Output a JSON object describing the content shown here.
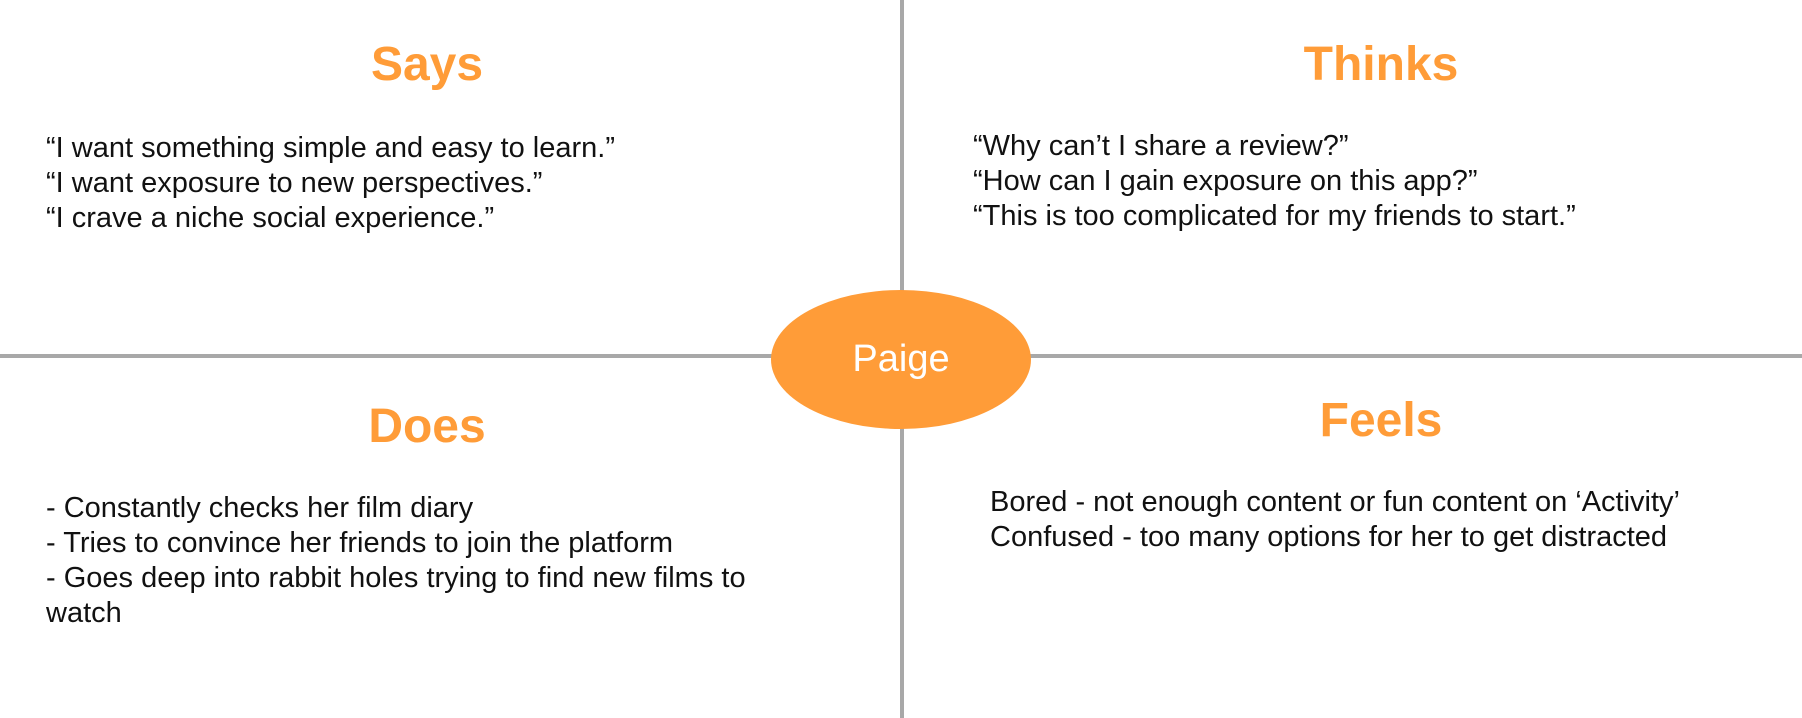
{
  "diagram": {
    "center": {
      "label": "Paige"
    },
    "quadrants": {
      "says": {
        "title": "Says",
        "items": [
          "“I want something simple and easy to learn.”",
          "“I want exposure to new perspectives.”",
          "“I crave a niche social experience.”"
        ]
      },
      "thinks": {
        "title": "Thinks",
        "items": [
          "“Why can’t I share a review?”",
          "“How can I gain exposure on this app?”",
          "“This is too complicated for my friends to start.”"
        ]
      },
      "does": {
        "title": "Does",
        "items": [
          "- Constantly checks her film diary",
          "- Tries to convince her friends to join the platform",
          "- Goes deep into rabbit holes trying to find new films to watch"
        ]
      },
      "feels": {
        "title": "Feels",
        "items": [
          "Bored - not enough content or fun content on ‘Activity’",
          "Confused - too many options for her to get distracted"
        ]
      }
    },
    "colors": {
      "accent": "#ff9c38",
      "divider": "#a8a8a8",
      "text": "#111111",
      "background": "#ffffff"
    }
  }
}
